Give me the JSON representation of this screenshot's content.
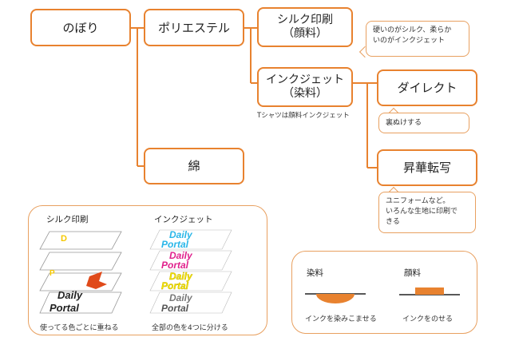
{
  "nodes": {
    "nobori": "のぼり",
    "polyester": "ポリエステル",
    "silk_print": "シルク印刷",
    "silk_print_sub": "（顔料）",
    "inkjet": "インクジェット",
    "inkjet_sub": "（染料）",
    "direct": "ダイレクト",
    "sublimation": "昇華転写",
    "cotton": "綿"
  },
  "notes": {
    "hardness_line1": "硬いのがシルク、柔らか",
    "hardness_line2": "いのがインクジェット",
    "direct_note": "裏ぬけする",
    "sublimation_line1": "ユニフォームなど。",
    "sublimation_line2": "いろんな生地に印刷で",
    "sublimation_line3": "きる"
  },
  "captions": {
    "tshirt_note": "Tシャツは顔料インクジェット"
  },
  "comparison_panel": {
    "silk_title": "シルク印刷",
    "silk_caption": "使ってる色ごとに重ねる",
    "inkjet_title": "インクジェット",
    "inkjet_caption": "全部の色を4つに分ける",
    "logo_text_line1": "Daily",
    "logo_text_line2": "Portal",
    "silk_letters": [
      "D",
      "P"
    ]
  },
  "ink_panel": {
    "dye_title": "染料",
    "dye_caption": "インクを染みこませる",
    "pigment_title": "顔料",
    "pigment_caption": "インクをのせる"
  },
  "colors": {
    "accent": "#e8822f",
    "cyan": "#29b6e8",
    "magenta": "#e0208c",
    "yellow": "#f5e200",
    "black": "#222222"
  }
}
